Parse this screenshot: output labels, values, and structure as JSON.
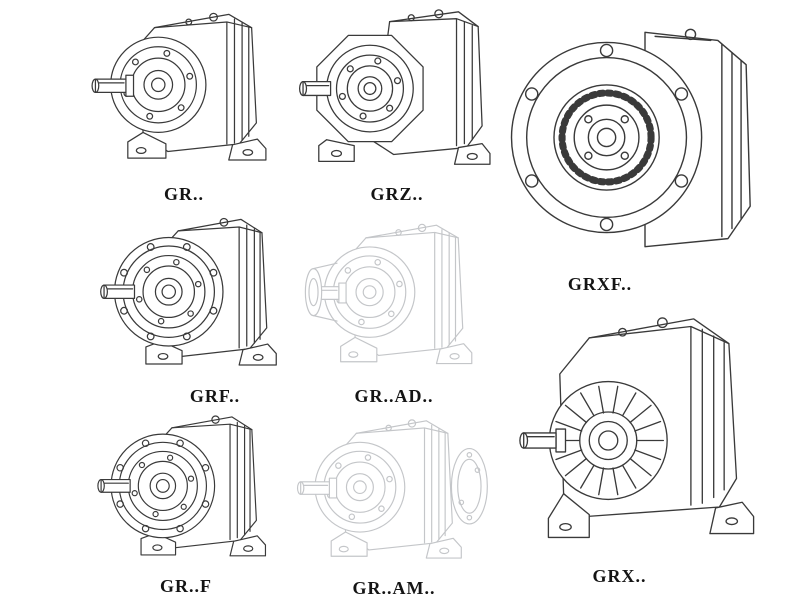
{
  "page": {
    "background": "#ffffff",
    "line_color": "#3a3a3a",
    "phantom_color": "#c4c6c9"
  },
  "figures": [
    {
      "id": "gr",
      "label": "GR..",
      "style": "solid",
      "drawing": "foot-mounted-helical-gearbox"
    },
    {
      "id": "grz",
      "label": "GRZ..",
      "style": "solid",
      "drawing": "foot-mounted-helical-gearbox-octagonal-face"
    },
    {
      "id": "grxf",
      "label": "GRXF..",
      "style": "solid",
      "drawing": "flange-mounted-gearbox-front-view"
    },
    {
      "id": "grf",
      "label": "GRF..",
      "style": "solid",
      "drawing": "flange-face-foot-mounted-gearbox"
    },
    {
      "id": "gr-ad",
      "label": "GR..AD..",
      "style": "phantom",
      "drawing": "gearbox-with-input-adapter-phantom"
    },
    {
      "id": "gr-f",
      "label": "GR..F",
      "style": "solid",
      "drawing": "flange-face-foot-mounted-gearbox"
    },
    {
      "id": "gr-am",
      "label": "GR..AM..",
      "style": "phantom",
      "drawing": "gearbox-with-motor-flange-phantom"
    },
    {
      "id": "grx",
      "label": "GRX..",
      "style": "solid",
      "drawing": "foot-mounted-gearbox-ribbed-bearing-housing"
    }
  ]
}
